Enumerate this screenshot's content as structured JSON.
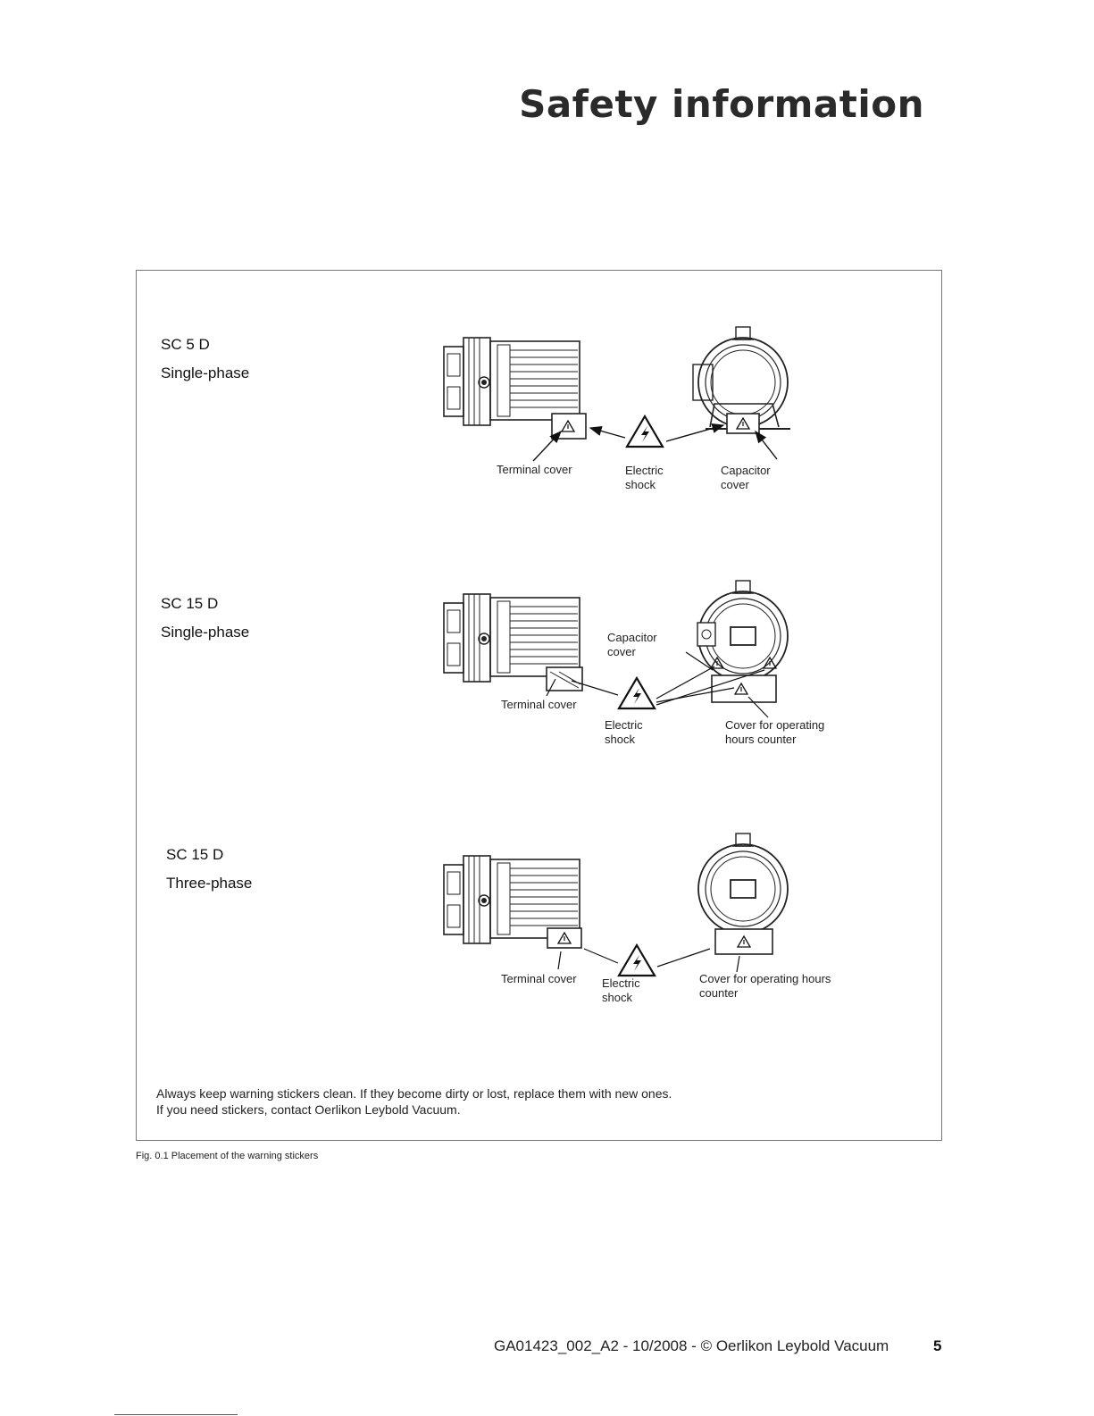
{
  "page_title": "Safety information",
  "sections": [
    {
      "model": "SC 5 D",
      "phase": "Single-phase",
      "labels": {
        "terminal": "Terminal cover",
        "shock": "Electric\nshock",
        "right": "Capacitor\ncover"
      }
    },
    {
      "model": "SC 15 D",
      "phase": "Single-phase",
      "labels": {
        "capacitor": "Capacitor\ncover",
        "terminal": "Terminal cover",
        "shock": "Electric\nshock",
        "right": "Cover for operating\nhours counter"
      }
    },
    {
      "model": "SC 15 D",
      "phase": "Three-phase",
      "labels": {
        "terminal": "Terminal cover",
        "shock": "Electric\nshock",
        "right": "Cover for operating hours\ncounter"
      }
    }
  ],
  "note_lines": [
    "Always keep warning stickers clean. If they become dirty or lost, replace them with new ones.",
    "If you need stickers, contact Oerlikon Leybold Vacuum."
  ],
  "caption": "Fig. 0.1  Placement of the warning stickers",
  "footer": "GA01423_002_A2 - 10/2008 - © Oerlikon Leybold Vacuum",
  "page_number": "5"
}
